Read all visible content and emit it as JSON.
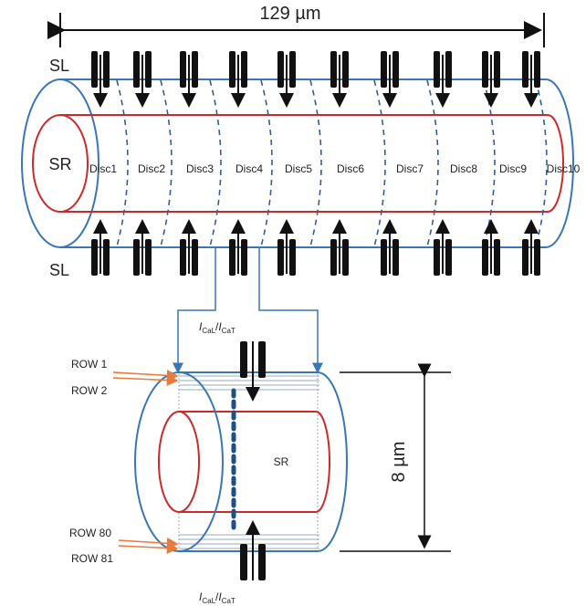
{
  "top_diagram": {
    "length_label": "129 µm",
    "sl_top_label": "SL",
    "sl_bottom_label": "SL",
    "sr_label": "SR",
    "discs": [
      "Disc1",
      "Disc2",
      "Disc3",
      "Disc4",
      "Disc5",
      "Disc6",
      "Disc7",
      "Disc8",
      "Disc9",
      "Disc10"
    ]
  },
  "bottom_diagram": {
    "current_label_main": "I",
    "current_sub_1": "CaL",
    "current_sep": "/",
    "current_label_main_2": "I",
    "current_sub_2": "CaT",
    "rows": [
      "ROW 1",
      "ROW 2",
      "ROW 80",
      "ROW 81"
    ],
    "sr_label": "SR",
    "height_label": "8 µm"
  },
  "colors": {
    "outer_cylinder": "#3a76b5",
    "inner_cylinder": "#cc2a2a",
    "disc_dash": "#2f5f96",
    "channel": "#111111",
    "row_arrow": "#e87a3a",
    "connector": "#3a76b5"
  }
}
